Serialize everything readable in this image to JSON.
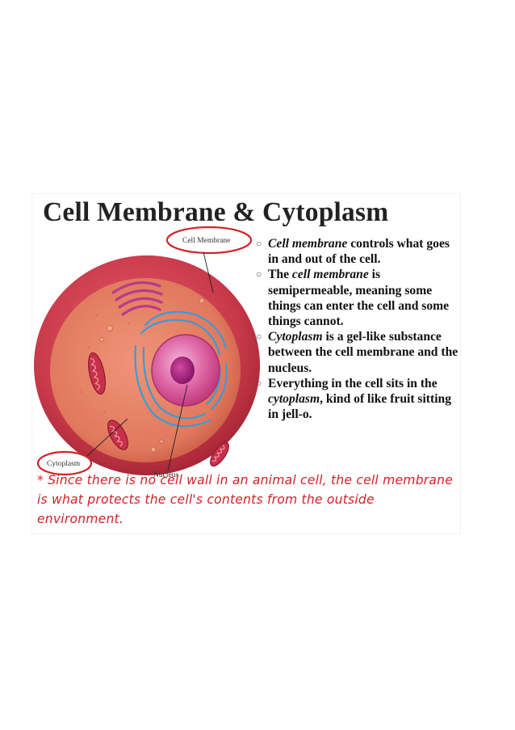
{
  "title": "Cell Membrane & Cytoplasm",
  "labels": {
    "cell_membrane": "Cell Membrane",
    "cytoplasm": "Cytoplasm",
    "nucleus": "Nucleus"
  },
  "bullets": [
    {
      "marker": "○",
      "parts": [
        {
          "text": "Cell membrane",
          "italic": true
        },
        {
          "text": " controls what goes in and out of the cell."
        }
      ]
    },
    {
      "marker": "○",
      "parts": [
        {
          "text": "The "
        },
        {
          "text": "cell membrane",
          "italic": true
        },
        {
          "text": " is semipermeable, meaning some things can enter the cell and some things cannot."
        }
      ]
    },
    {
      "marker": "○",
      "parts": [
        {
          "text": "Cytoplasm",
          "italic": true
        },
        {
          "text": " is a gel-like substance between the cell membrane and the nucleus."
        }
      ]
    },
    {
      "marker": "○",
      "parts": [
        {
          "text": "Everything in the cell sits in the "
        },
        {
          "text": "cytoplasm",
          "italic": true
        },
        {
          "text": ", kind of like fruit sitting in jell-o."
        }
      ]
    }
  ],
  "note": "* Since there is no cell wall in an animal cell, the cell membrane is what protects the cell's contents from the outside environment.",
  "colors": {
    "membrane": "#c8394a",
    "cytoplasm": "#e0785c",
    "nucleus": "#d8398e",
    "highlight": "#d2232a",
    "er": "#3b9bd6"
  }
}
